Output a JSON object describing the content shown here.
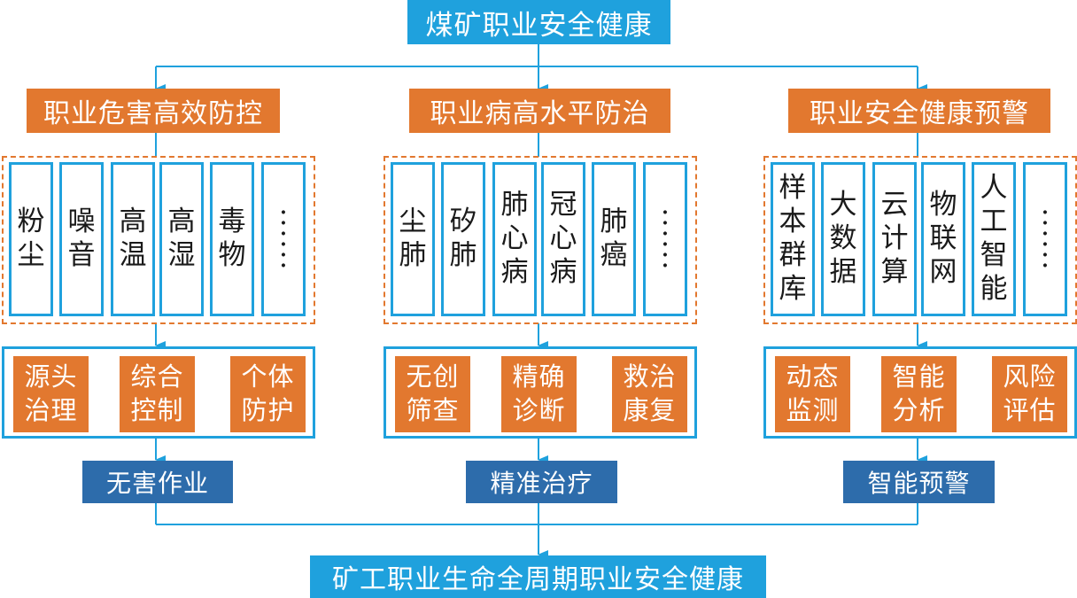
{
  "title": "煤矿职业安全健康",
  "branches": [
    {
      "header": "职业危害高效防控",
      "items": [
        {
          "chars": [
            "粉",
            "尘"
          ]
        },
        {
          "chars": [
            "噪",
            "音"
          ]
        },
        {
          "chars": [
            "高",
            "温"
          ]
        },
        {
          "chars": [
            "高",
            "湿"
          ]
        },
        {
          "chars": [
            "毒",
            "物"
          ]
        },
        {
          "chars": [
            "·",
            "·",
            "·",
            "·",
            "·",
            "·"
          ],
          "ellipsis": true
        }
      ],
      "solutions": [
        {
          "lines": [
            "源头",
            "治理"
          ]
        },
        {
          "lines": [
            "综合",
            "控制"
          ]
        },
        {
          "lines": [
            "个体",
            "防护"
          ]
        }
      ],
      "outcome": "无害作业"
    },
    {
      "header": "职业病高水平防治",
      "items": [
        {
          "chars": [
            "尘",
            "肺"
          ]
        },
        {
          "chars": [
            "矽",
            "肺"
          ]
        },
        {
          "chars": [
            "肺",
            "心",
            "病"
          ]
        },
        {
          "chars": [
            "冠",
            "心",
            "病"
          ]
        },
        {
          "chars": [
            "肺",
            "癌"
          ]
        },
        {
          "chars": [
            "·",
            "·",
            "·",
            "·",
            "·",
            "·"
          ],
          "ellipsis": true
        }
      ],
      "solutions": [
        {
          "lines": [
            "无创",
            "筛查"
          ]
        },
        {
          "lines": [
            "精确",
            "诊断"
          ]
        },
        {
          "lines": [
            "救治",
            "康复"
          ]
        }
      ],
      "outcome": "精准治疗"
    },
    {
      "header": "职业安全健康预警",
      "items": [
        {
          "chars": [
            "样",
            "本",
            "群",
            "库"
          ]
        },
        {
          "chars": [
            "大",
            "数",
            "据"
          ]
        },
        {
          "chars": [
            "云",
            "计",
            "算"
          ]
        },
        {
          "chars": [
            "物",
            "联",
            "网"
          ]
        },
        {
          "chars": [
            "人",
            "工",
            "智",
            "能"
          ]
        },
        {
          "chars": [
            "·",
            "·",
            "·",
            "·",
            "·",
            "·"
          ],
          "ellipsis": true
        }
      ],
      "solutions": [
        {
          "lines": [
            "动态",
            "监测"
          ]
        },
        {
          "lines": [
            "智能",
            "分析"
          ]
        },
        {
          "lines": [
            "风险",
            "评估"
          ]
        }
      ],
      "outcome": "智能预警"
    }
  ],
  "bottom": "矿工职业生命全周期职业安全健康",
  "colors": {
    "light_blue": "#1fa1dd",
    "orange": "#e2782f",
    "dark_blue": "#2d6cab"
  }
}
